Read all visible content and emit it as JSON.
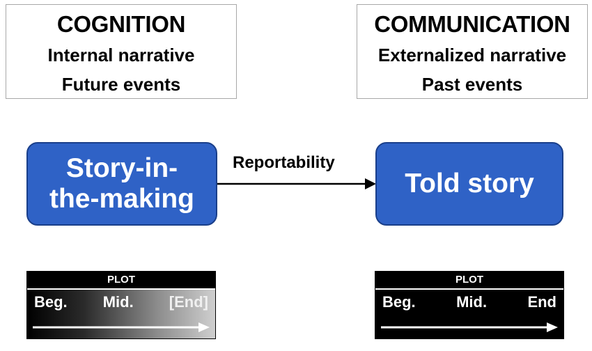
{
  "cognition": {
    "heading": "COGNITION",
    "line1": "Internal narrative",
    "line2": "Future events"
  },
  "communication": {
    "heading": "COMMUNICATION",
    "line1": "Externalized narrative",
    "line2": "Past events"
  },
  "story_in_the_making": {
    "line1": "Story-in-",
    "line2": "the-making"
  },
  "told_story": {
    "label": "Told story"
  },
  "arrow": {
    "label": "Reportability"
  },
  "plot_left": {
    "title": "PLOT",
    "beg": "Beg.",
    "mid": "Mid.",
    "end": "[End]"
  },
  "plot_right": {
    "title": "PLOT",
    "beg": "Beg.",
    "mid": "Mid.",
    "end": "End"
  },
  "colors": {
    "box_blue": "#2f62c6",
    "box_border": "#1a3f8a",
    "frame_gray": "#a8a8a8"
  }
}
